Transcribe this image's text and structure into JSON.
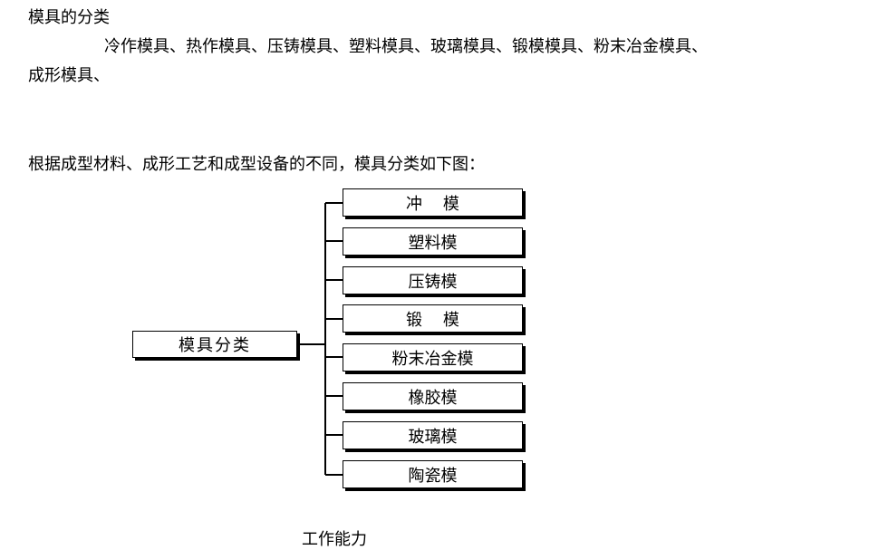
{
  "heading": "模具的分类",
  "types_line1": "冷作模具、热作模具、压铸模具、塑料模具、玻璃模具、锻模模具、粉末冶金模具、",
  "types_line2": "成形模具、",
  "intro": "根据成型材料、成形工艺和成型设备的不同，模具分类如下图：",
  "diagram": {
    "root": "模具分类",
    "leaves": [
      "冲    模",
      "塑料模",
      "压铸模",
      "锻    模",
      "粉末冶金模",
      "橡胶模",
      "玻璃模",
      "陶瓷模"
    ]
  },
  "cut_text": "工作能力"
}
